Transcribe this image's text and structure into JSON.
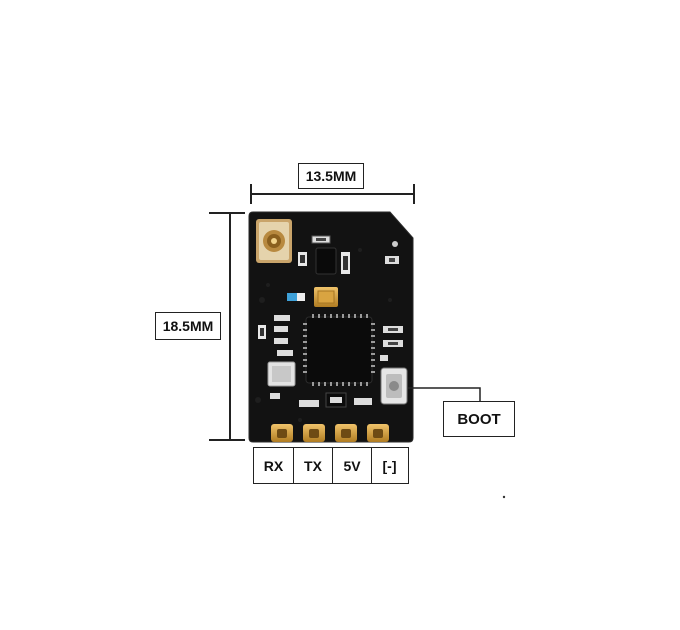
{
  "dimensions": {
    "width_label": "13.5MM",
    "height_label": "18.5MM"
  },
  "boot_label": "BOOT",
  "pins": [
    "RX",
    "TX",
    "5V",
    "[-]"
  ],
  "colors": {
    "board": "#121212",
    "gold": "#d9a441",
    "line": "#222222"
  }
}
